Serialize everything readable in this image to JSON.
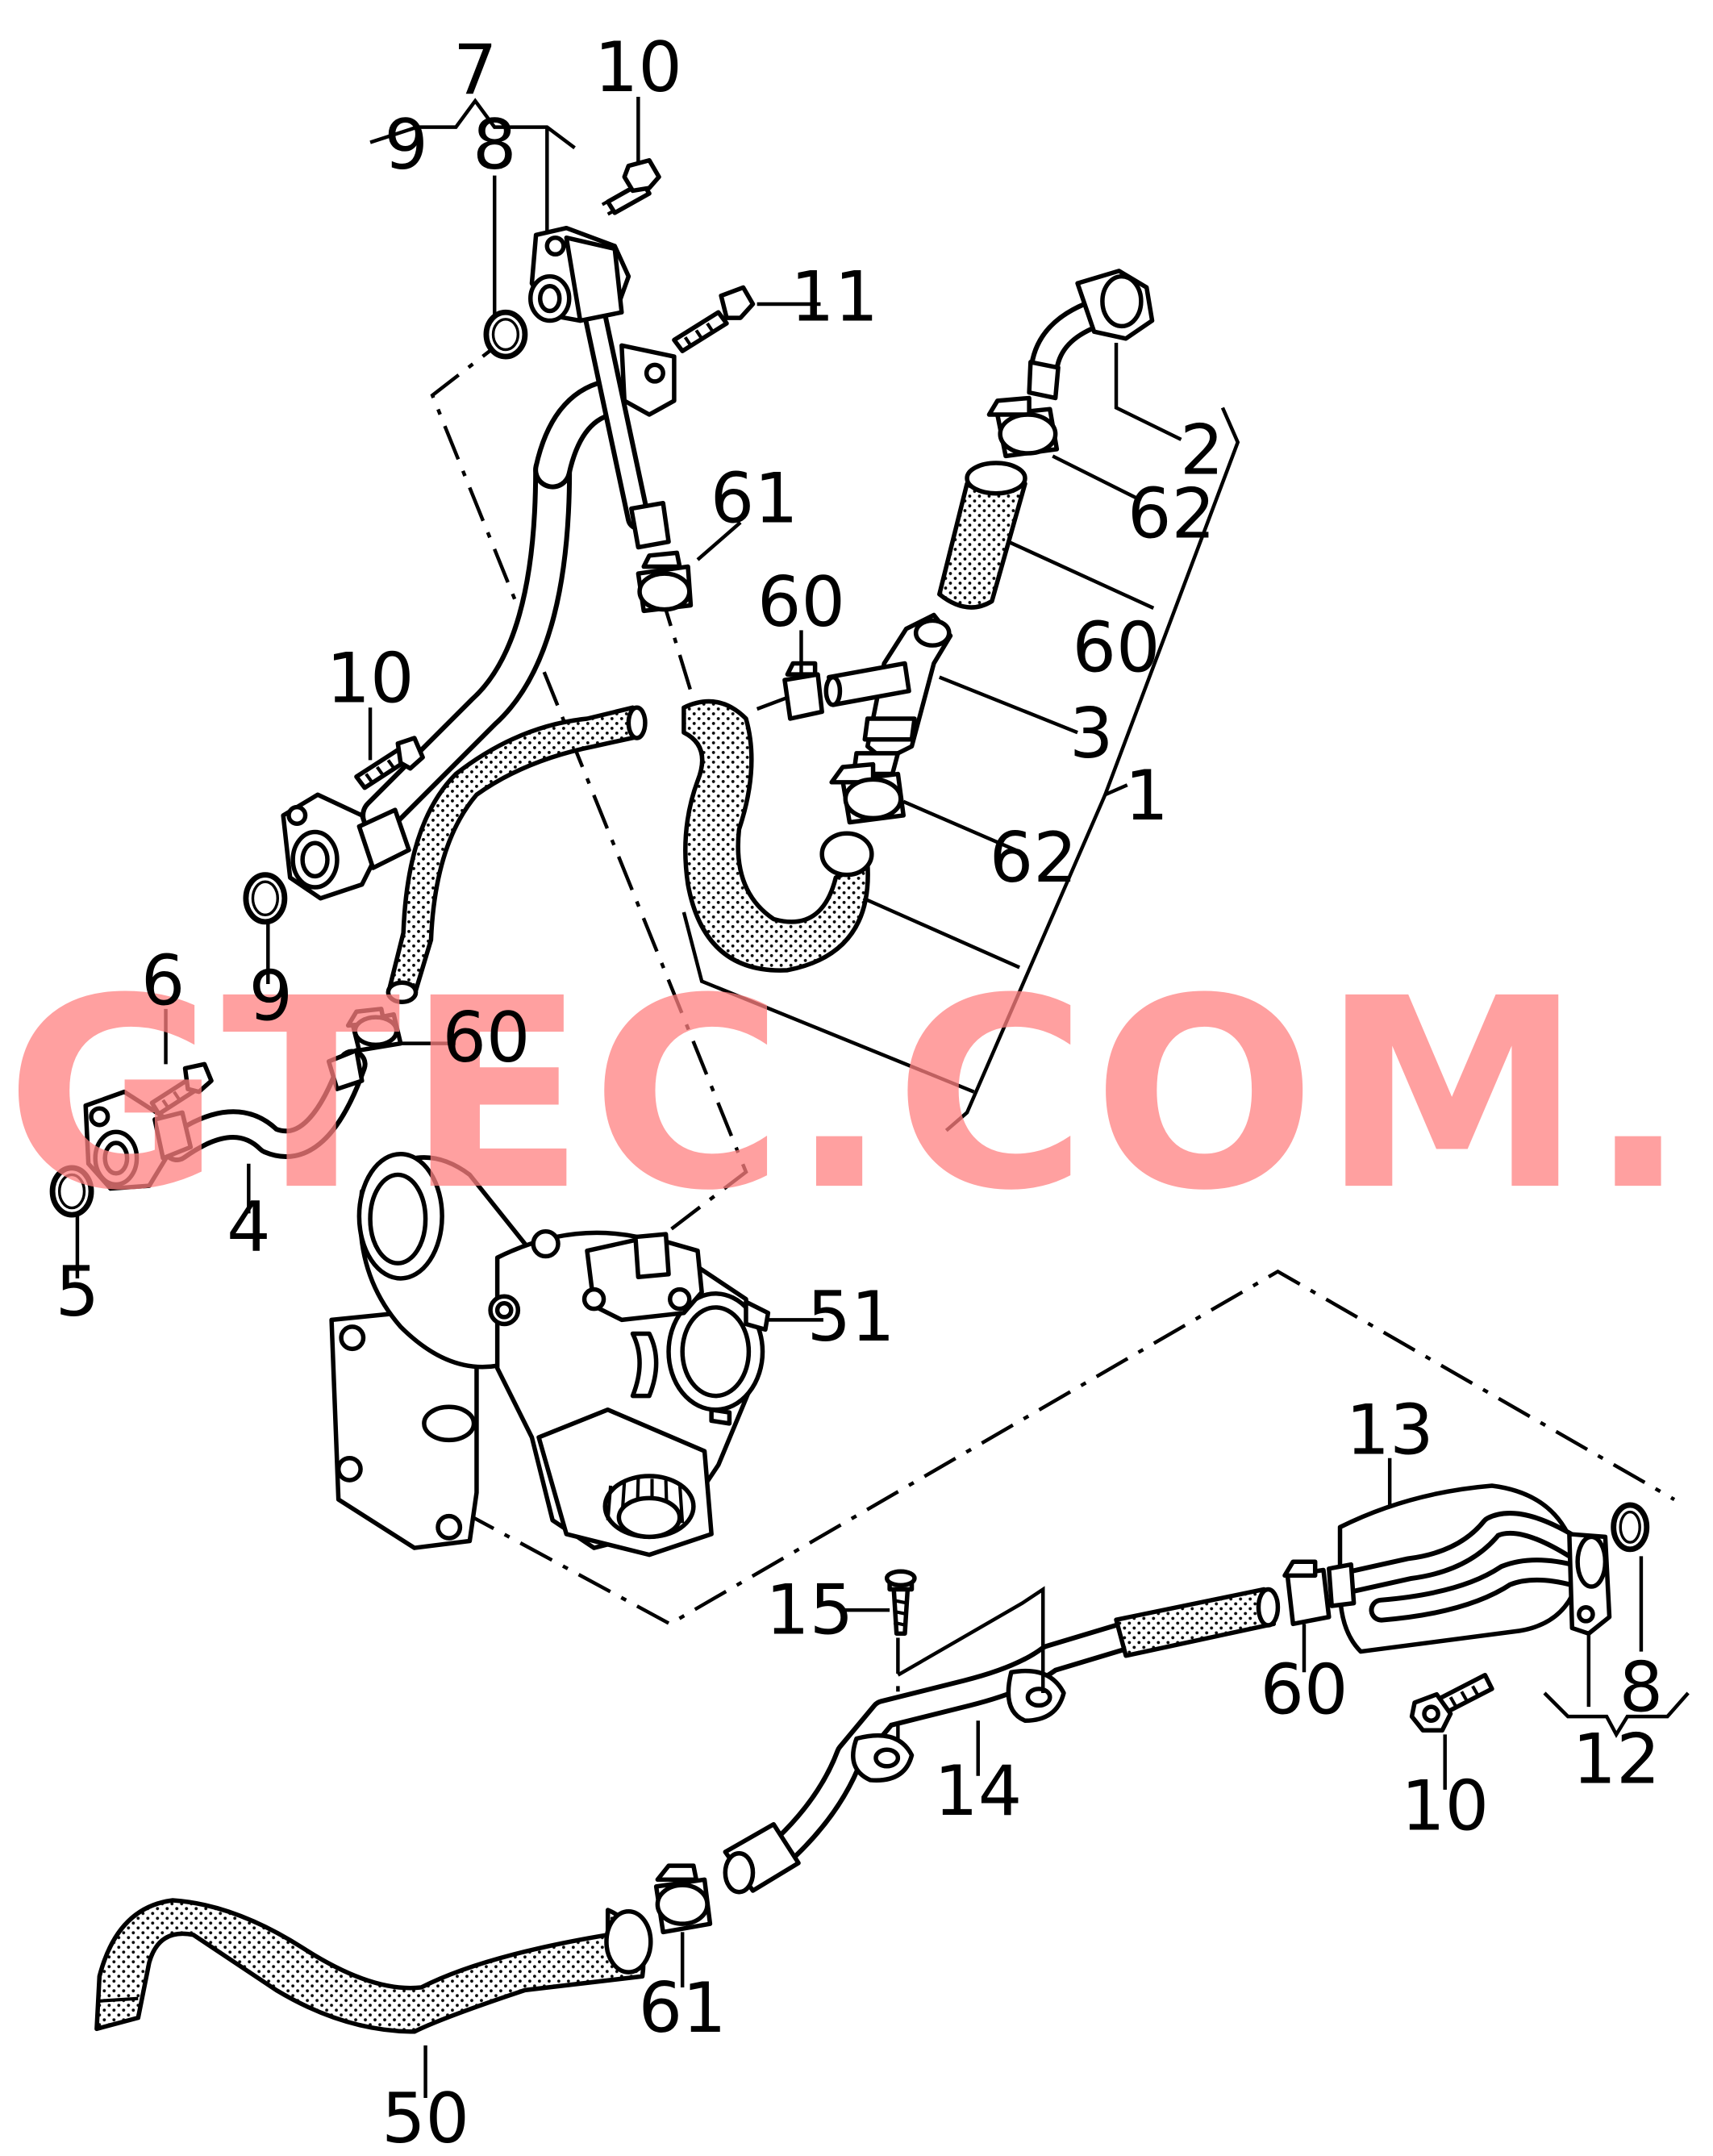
{
  "watermark": "VAGTEC.COM.UA",
  "callouts": [
    {
      "id": "c7",
      "text": "7"
    },
    {
      "id": "c10a",
      "text": "10"
    },
    {
      "id": "c9a",
      "text": "9"
    },
    {
      "id": "c8a",
      "text": "8"
    },
    {
      "id": "c11",
      "text": "11"
    },
    {
      "id": "c2",
      "text": "2"
    },
    {
      "id": "c62a",
      "text": "62"
    },
    {
      "id": "c61a",
      "text": "61"
    },
    {
      "id": "c60a",
      "text": "60"
    },
    {
      "id": "c60b",
      "text": "60"
    },
    {
      "id": "c10b",
      "text": "10"
    },
    {
      "id": "c3",
      "text": "3"
    },
    {
      "id": "c1",
      "text": "1"
    },
    {
      "id": "c62b",
      "text": "62"
    },
    {
      "id": "c9b",
      "text": "9"
    },
    {
      "id": "c6",
      "text": "6"
    },
    {
      "id": "c60c",
      "text": "60"
    },
    {
      "id": "c4",
      "text": "4"
    },
    {
      "id": "c5",
      "text": "5"
    },
    {
      "id": "c51",
      "text": "51"
    },
    {
      "id": "c13",
      "text": "13"
    },
    {
      "id": "c15",
      "text": "15"
    },
    {
      "id": "c60d",
      "text": "60"
    },
    {
      "id": "c14",
      "text": "14"
    },
    {
      "id": "c8b",
      "text": "8"
    },
    {
      "id": "c12",
      "text": "12"
    },
    {
      "id": "c10c",
      "text": "10"
    },
    {
      "id": "c61b",
      "text": "61"
    },
    {
      "id": "c50",
      "text": "50"
    }
  ]
}
